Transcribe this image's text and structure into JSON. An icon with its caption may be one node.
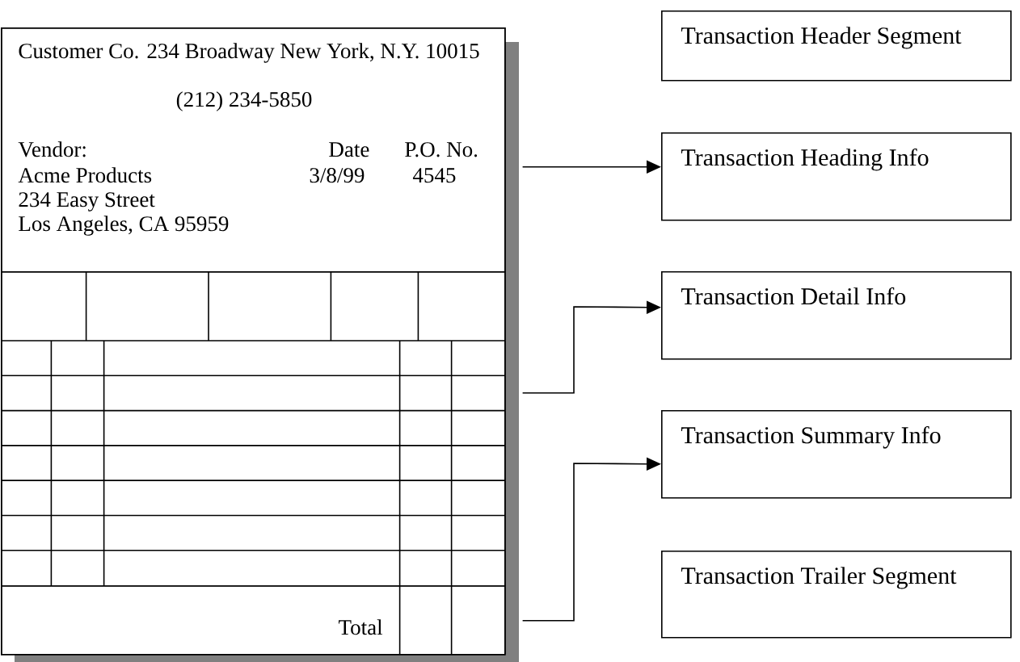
{
  "diagram": {
    "nodes": [
      {
        "text": [],
        "shape": "box"
      },
      {
        "text": [
          "Customer Co. 234 Broadway New York, N.Y. 10015",
          "(212) 234-5850",
          "Vendor:",
          "Date",
          "P.O. No.",
          "Acme Products",
          "3/8/99",
          "4545",
          "234 Easy Street",
          "Los Angeles, CA 95959"
        ],
        "in": 0
      },
      {
        "text": [],
        "shape": "box",
        "in": 0
      },
      {
        "text": [
          "Total"
        ],
        "in": 0
      },
      {
        "text": [
          "Transaction Header Segment"
        ]
      },
      {
        "text": [
          "Transaction Heading Info"
        ]
      },
      {
        "text": [
          "Transaction Detail Info"
        ]
      },
      {
        "text": [
          "Transaction Summary Info"
        ]
      },
      {
        "text": [
          "Transaction Trailer Segment"
        ]
      }
    ],
    "edges": [
      {
        "from": 1,
        "to": 5,
        "arrow": "to"
      },
      {
        "from": 2,
        "to": 6,
        "arrow": "to"
      },
      {
        "from": 3,
        "to": 7,
        "arrow": "to"
      }
    ]
  }
}
